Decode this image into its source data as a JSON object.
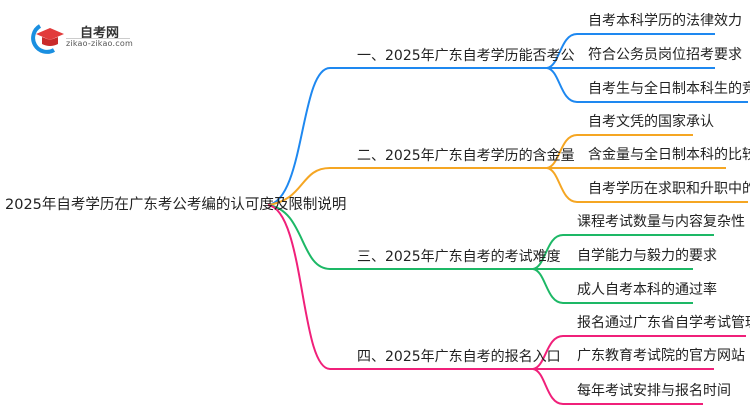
{
  "logo": {
    "name": "自考网",
    "domain": "zikao-zikao.com"
  },
  "root": "2025年自考学历在广东考公考编的认可度及限制说明",
  "colors": {
    "blue": "#1e88f0",
    "orange": "#f5a623",
    "green": "#1db866",
    "pink": "#f0207a"
  },
  "branches": [
    {
      "label": "一、2025年广东自考学历能否考公",
      "children": [
        "自考本科学历的法律效力",
        "符合公务员岗位招考要求",
        "自考生与全日制本科生的竞争力"
      ]
    },
    {
      "label": "二、2025年广东自考学历的含金量",
      "children": [
        "自考文凭的国家承认",
        "含金量与全日制本科的比较",
        "自考学历在求职和升职中的待遇"
      ]
    },
    {
      "label": "三、2025年广东自考的考试难度",
      "children": [
        "课程考试数量与内容复杂性",
        "自学能力与毅力的要求",
        "成人自考本科的通过率"
      ]
    },
    {
      "label": "四、2025年广东自考的报名入口",
      "children": [
        "报名通过广东省自学考试管理系统",
        "广东教育考试院的官方网站",
        "每年考试安排与报名时间"
      ]
    }
  ]
}
